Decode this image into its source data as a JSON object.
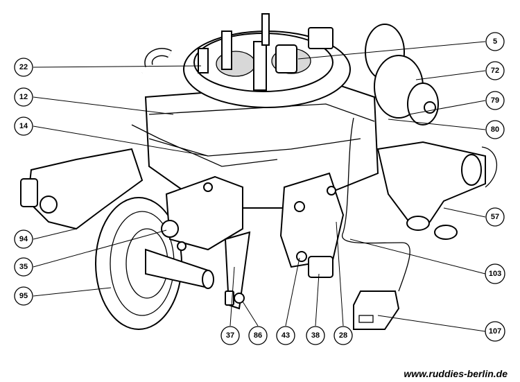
{
  "diagram": {
    "callouts": [
      {
        "id": "5",
        "label": "5"
      },
      {
        "id": "72",
        "label": "72"
      },
      {
        "id": "79",
        "label": "79"
      },
      {
        "id": "80",
        "label": "80"
      },
      {
        "id": "57",
        "label": "57"
      },
      {
        "id": "103",
        "label": "103"
      },
      {
        "id": "107",
        "label": "107"
      },
      {
        "id": "22",
        "label": "22"
      },
      {
        "id": "12",
        "label": "12"
      },
      {
        "id": "14",
        "label": "14"
      },
      {
        "id": "94",
        "label": "94"
      },
      {
        "id": "35",
        "label": "35"
      },
      {
        "id": "95",
        "label": "95"
      },
      {
        "id": "37",
        "label": "37"
      },
      {
        "id": "86",
        "label": "86"
      },
      {
        "id": "43",
        "label": "43"
      },
      {
        "id": "38",
        "label": "38"
      },
      {
        "id": "28",
        "label": "28"
      }
    ]
  },
  "footer": {
    "watermark": "www.ruddies-berlin.de"
  }
}
